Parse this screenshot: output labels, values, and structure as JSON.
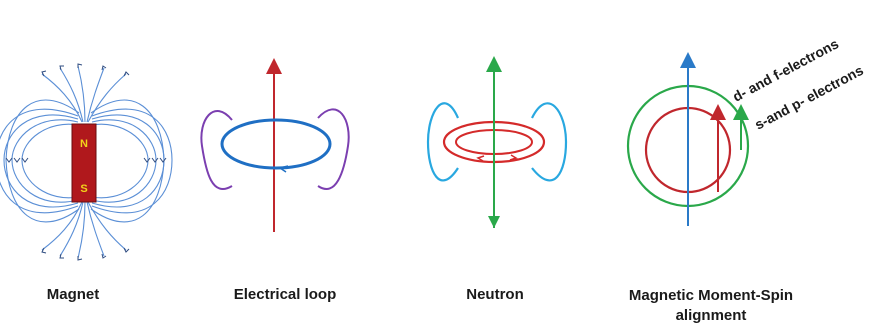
{
  "captions": {
    "magnet": "Magnet",
    "loop": "Electrical loop",
    "neutron": "Neutron",
    "spin_line1": "Magnetic Moment-Spin",
    "spin_line2": "alignment"
  },
  "magnet": {
    "north": "N",
    "south": "S"
  },
  "spin_labels": {
    "outer": "d- and f-electrons",
    "inner": "s-and p- electrons"
  },
  "colors": {
    "field_lines": "#5b8fd6",
    "magnet_body": "#b0181c",
    "pole_text": "#f2d21b",
    "loop": "#1f6fc4",
    "lobe_purple": "#7b3fb0",
    "axis_red": "#c0272d",
    "lobe_cyan": "#29a8e0",
    "axis_green": "#2aa84a",
    "ring_red": "#d42a2a",
    "axis_blue": "#2a7ac8",
    "circle_green": "#2aa84a",
    "circle_red": "#c0272d"
  }
}
